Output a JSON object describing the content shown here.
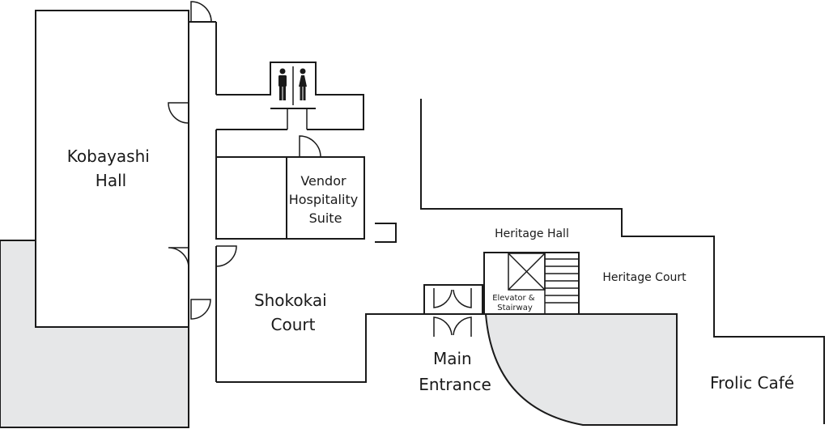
{
  "map": {
    "rooms": {
      "kobayashi_hall": [
        "Kobayashi",
        "Hall"
      ],
      "vendor_suite": [
        "Vendor",
        "Hospitality",
        "Suite"
      ],
      "shokokai_court": [
        "Shokokai",
        "Court"
      ],
      "heritage_hall": "Heritage Hall",
      "heritage_court": "Heritage Court",
      "elevator_stairway": [
        "Elevator &",
        "Stairway"
      ],
      "main_entrance": [
        "Main",
        "Entrance"
      ],
      "frolic_cafe": "Frolic Café"
    },
    "icons": {
      "restroom": "restroom-icon",
      "elevator": "elevator-icon",
      "stairs": "stairs-icon"
    },
    "colors": {
      "wall": "#1a1a1a",
      "shaded_area": "#e6e7e8",
      "background": "#ffffff"
    }
  }
}
